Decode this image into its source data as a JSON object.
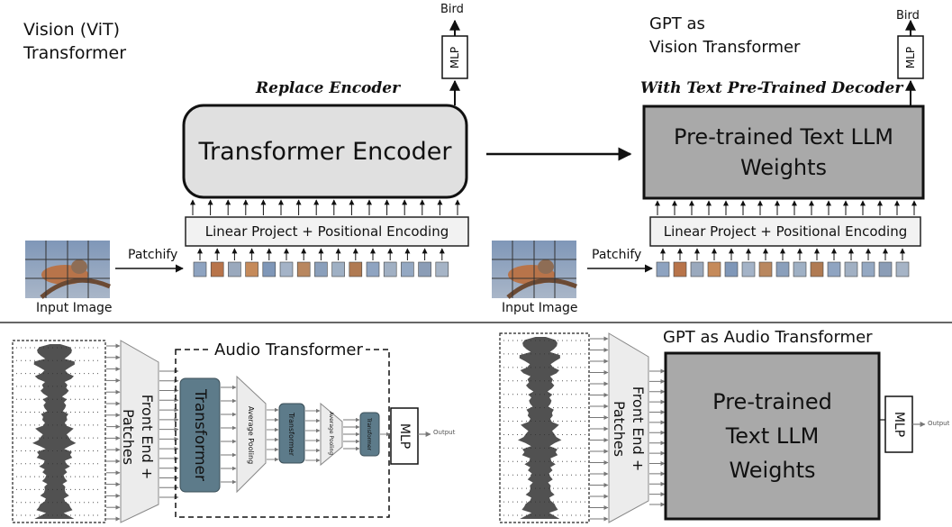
{
  "top_left": {
    "title_line1": "Vision (ViT)",
    "title_line2": "Transformer",
    "annotation": "Replace Encoder",
    "encoder_label": "Transformer  Encoder",
    "projection_label": "Linear Project + Positional Encoding",
    "mlp_label": "MLP",
    "output_label": "Bird",
    "patchify_label": "Patchify",
    "input_label": "Input Image"
  },
  "top_right": {
    "title_line1": "GPT as",
    "title_line2": "Vision Transformer",
    "annotation": "With Text Pre-Trained Decoder",
    "llm_line1": "Pre-trained Text  LLM",
    "llm_line2": "Weights",
    "projection_label": "Linear Project + Positional Encoding",
    "mlp_label": "MLP",
    "output_label": "Bird",
    "patchify_label": "Patchify",
    "input_label": "Input Image"
  },
  "bottom_left": {
    "title": "Audio Transformer",
    "front_end_line1": "Front End +",
    "front_end_line2": "Patches",
    "block1": "Transformer",
    "pool1": "Average Pooling",
    "block2": "Transformer",
    "pool2": "Average Pooling",
    "block3": "Transformer",
    "mlp_label": "MLP",
    "output_label": "Output"
  },
  "bottom_right": {
    "title": "GPT as Audio Transformer",
    "front_end_line1": "Front End +",
    "front_end_line2": "Patches",
    "llm_line1": "Pre-trained",
    "llm_line2": "Text  LLM",
    "llm_line3": "Weights",
    "mlp_label": "MLP",
    "output_label": "Output"
  },
  "colors": {
    "encoder_fill": "#e0e0e0",
    "llm_fill": "#a9a9a9",
    "projection_fill": "#f2f2f2",
    "transformer_block": "#5d7b8a",
    "bird_body": "#b8744a",
    "background_photo": "#8ea3c0"
  }
}
